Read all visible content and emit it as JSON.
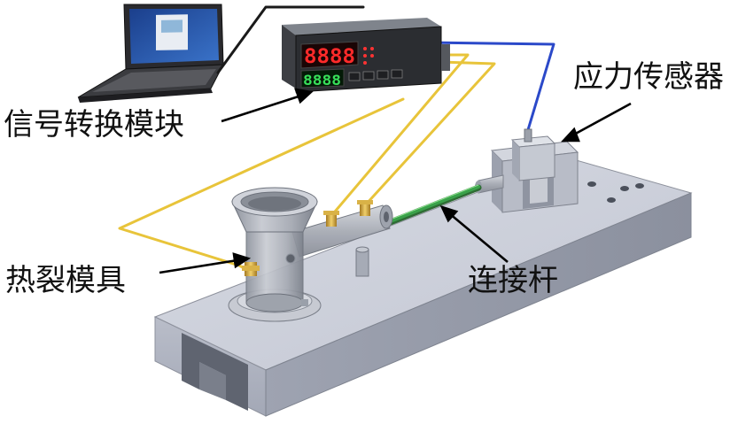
{
  "labels": {
    "signal_module": "信号转换模块",
    "stress_sensor": "应力传感器",
    "hot_tear_mould": "热裂模具",
    "connecting_rod": "连接杆"
  },
  "display": {
    "top_digits": "8888",
    "bottom_digits": "8888"
  },
  "colors": {
    "wire_yellow": "#e8c43a",
    "wire_blue": "#2b49c9",
    "wire_black": "#1a1a1a",
    "rod_green": "#3aa14a",
    "display_red": "#ff2a2a",
    "display_green": "#38e05a"
  }
}
